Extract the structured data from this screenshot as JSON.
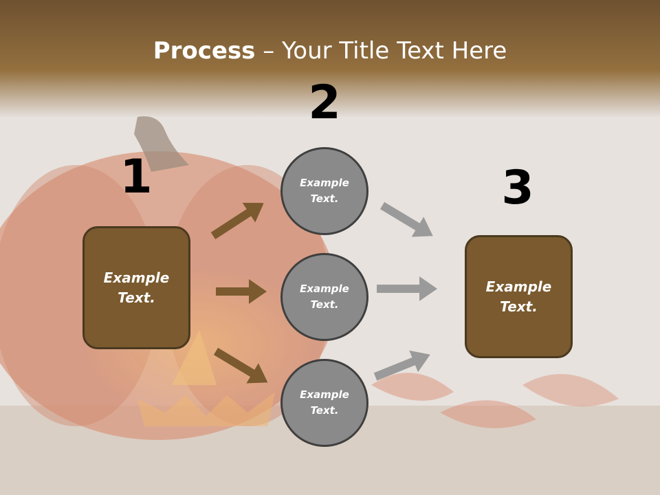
{
  "title": {
    "strong": "Process",
    "rest": " – Your Title Text Here"
  },
  "steps": [
    {
      "number": "1",
      "label": "Example\nText."
    },
    {
      "number": "2",
      "label": "Example\nText."
    },
    {
      "number": "3",
      "label": "Example\nText."
    }
  ],
  "circles": [
    {
      "label": "Example\nText."
    },
    {
      "label": "Example\nText."
    },
    {
      "label": "Example\nText."
    }
  ],
  "colors": {
    "header_brown": "#8f6a39",
    "box_fill": "#7a5a2e",
    "box_border": "#4a3920",
    "circle_fill": "#8a8a8a",
    "arrow_brown": "#7a5a2e",
    "arrow_gray": "#9a9a9a"
  }
}
